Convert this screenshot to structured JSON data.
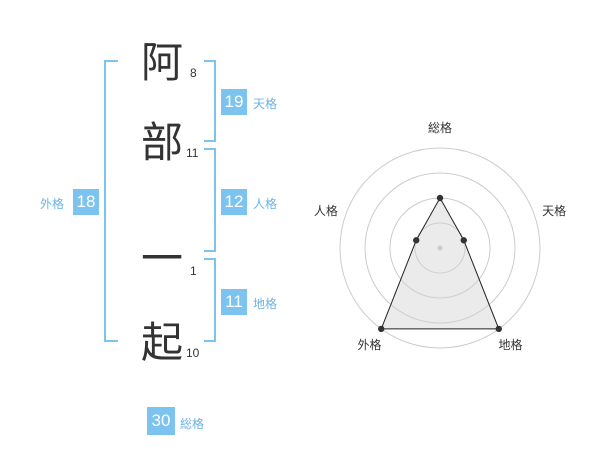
{
  "name": {
    "chars": [
      {
        "char": "阿",
        "strokes": "8"
      },
      {
        "char": "部",
        "strokes": "11"
      },
      {
        "char": "一",
        "strokes": "1"
      },
      {
        "char": "起",
        "strokes": "10"
      }
    ]
  },
  "kaku": {
    "tenkaku": {
      "value": "19",
      "label": "天格"
    },
    "jinkaku": {
      "value": "12",
      "label": "人格"
    },
    "chikaku": {
      "value": "11",
      "label": "地格"
    },
    "gaikaku": {
      "value": "18",
      "label": "外格"
    },
    "soukaku": {
      "value": "30",
      "label": "総格"
    }
  },
  "colors": {
    "accent": "#7cc3f0",
    "label": "#6bb3e3",
    "text": "#333333"
  },
  "chart_data": {
    "type": "radar",
    "axes": [
      "総格",
      "天格",
      "地格",
      "外格",
      "人格"
    ],
    "values": [
      2,
      1,
      4,
      4,
      1
    ],
    "max": 4,
    "rings": 4
  }
}
